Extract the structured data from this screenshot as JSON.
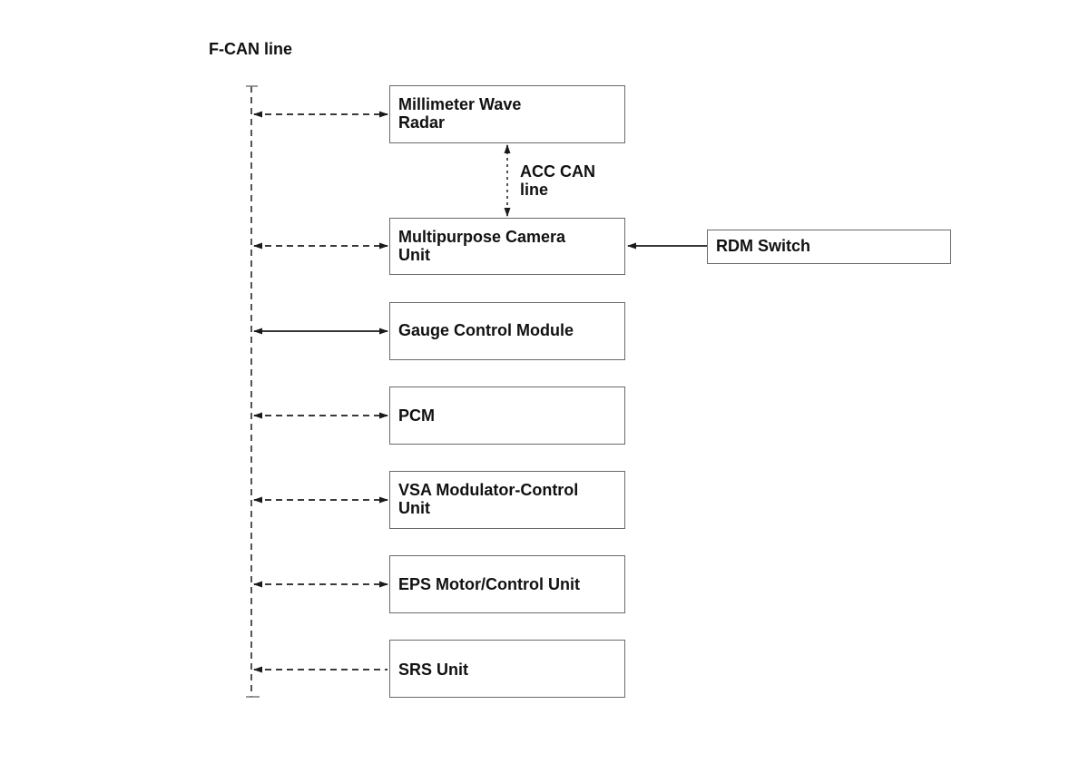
{
  "bus_label": "F-CAN line",
  "acc_can_label": "ACC CAN\nline",
  "modules": [
    {
      "id": "radar",
      "label": "Millimeter Wave\nRadar",
      "link": "dashed-bidirectional"
    },
    {
      "id": "camera",
      "label": "Multipurpose Camera\nUnit",
      "link": "dashed-bidirectional"
    },
    {
      "id": "gauge",
      "label": "Gauge Control Module",
      "link": "solid-bidirectional"
    },
    {
      "id": "pcm",
      "label": "PCM",
      "link": "dashed-bidirectional"
    },
    {
      "id": "vsa",
      "label": "VSA Modulator-Control\nUnit",
      "link": "dashed-bidirectional"
    },
    {
      "id": "eps",
      "label": "EPS Motor/Control Unit",
      "link": "dashed-bidirectional"
    },
    {
      "id": "srs",
      "label": "SRS Unit",
      "link": "dashed-to-bus"
    }
  ],
  "rdm_switch": {
    "label": "RDM Switch",
    "link": "solid-to-camera"
  },
  "colors": {
    "line": "#3a3a3a",
    "box_border": "#6a6a6a",
    "text": "#111111"
  }
}
